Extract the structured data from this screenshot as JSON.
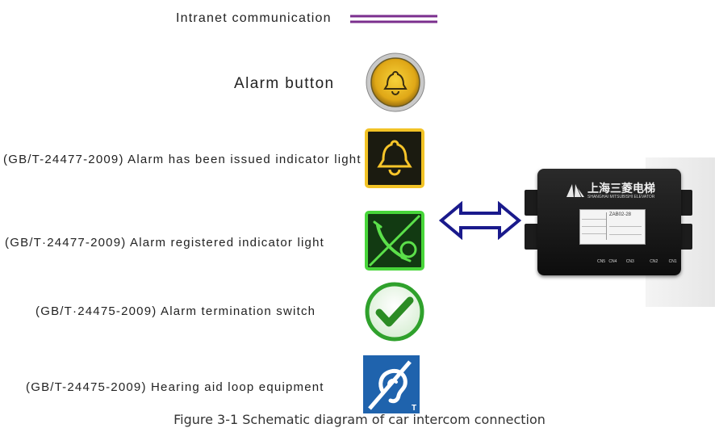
{
  "legend": {
    "intranet_label": "Intranet communication",
    "line_color": "#7b2f8e"
  },
  "items": [
    {
      "label": "Alarm button",
      "icon": "bell-button-icon"
    },
    {
      "label": "(GB/T-24477-2009) Alarm has been issued indicator light",
      "icon": "bell-indicator-icon"
    },
    {
      "label": "(GB/T·24477-2009) Alarm registered indicator light",
      "icon": "speaker-indicator-icon"
    },
    {
      "label": "(GB/T·24475-2009) Alarm termination switch",
      "icon": "checkmark-icon"
    },
    {
      "label": "(GB/T-24475-2009) Hearing aid loop equipment",
      "icon": "hearing-loop-icon"
    }
  ],
  "device": {
    "brand_cn": "上海三菱电梯",
    "brand_en": "SHANGHAI MITSUBISHI ELEVATOR",
    "model": "ZAB02-28",
    "ports": [
      "CN5",
      "CN4",
      "CN3",
      "CN2",
      "CN1"
    ],
    "arrow_color": "#1a1a8c"
  },
  "caption": "Figure 3-1 Schematic diagram of car intercom connection"
}
